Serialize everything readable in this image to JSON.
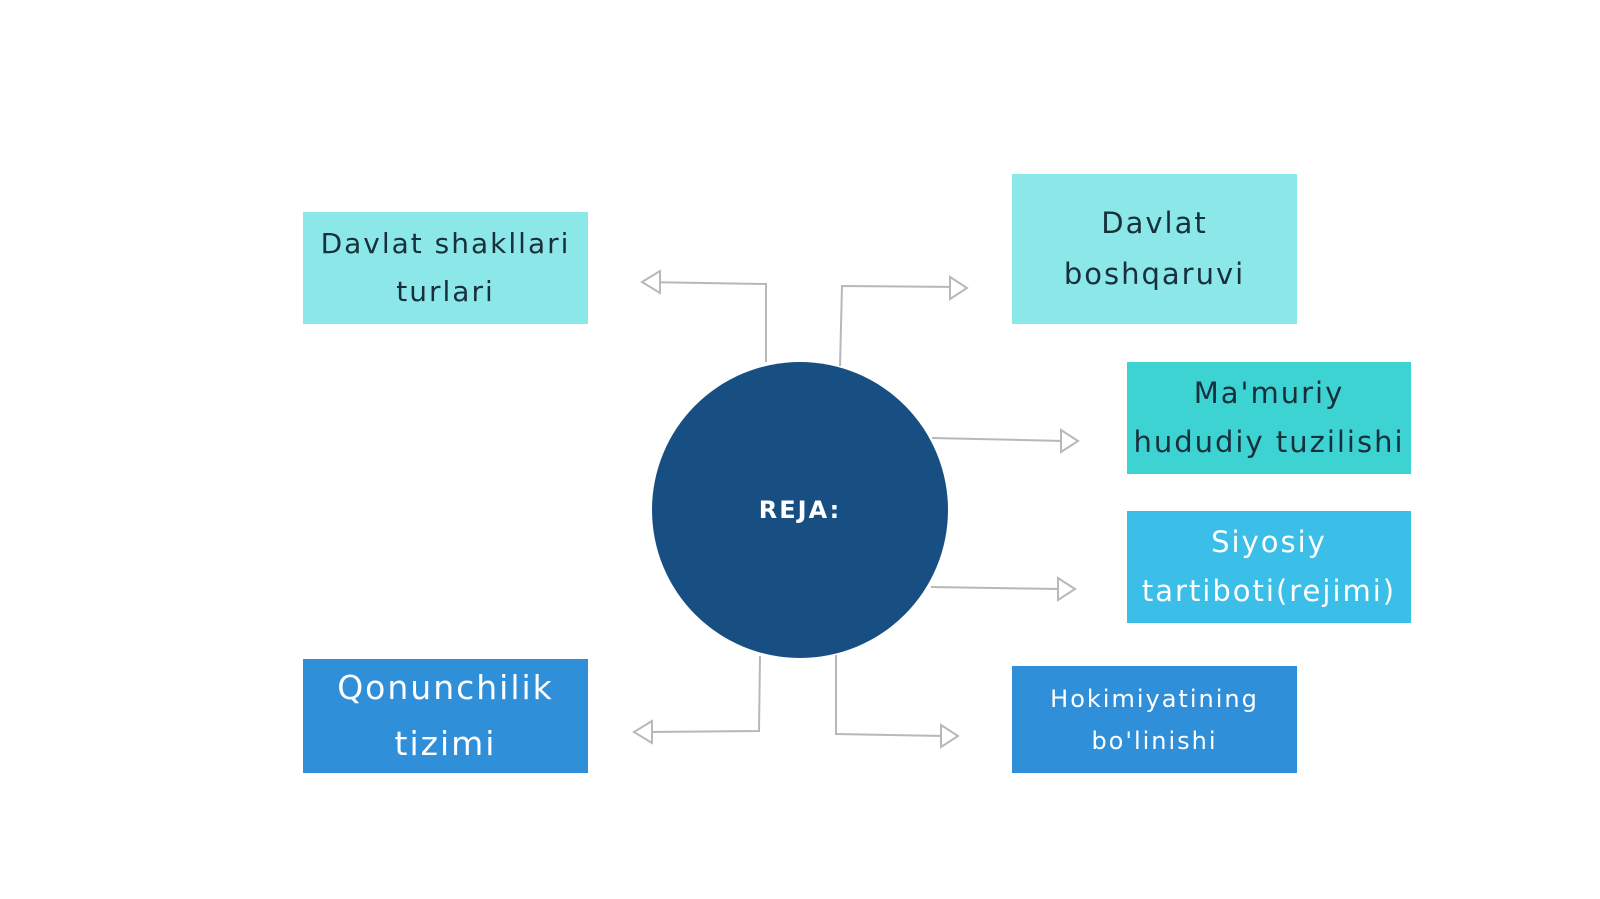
{
  "diagram": {
    "center": {
      "label": "REJA:",
      "color": "#184f82"
    },
    "nodes": [
      {
        "id": "shakllari",
        "text": "Davlat shakllari turlari",
        "color": "#8ce8e8"
      },
      {
        "id": "boshqaruvi",
        "text": "Davlat boshqaruvi",
        "color": "#8ce8e8"
      },
      {
        "id": "mamuriy",
        "text": "Ma'muriy hududiy tuzilishi",
        "color": "#3ed3d3"
      },
      {
        "id": "siyosiy",
        "text": "Siyosiy tartiboti(rejimi)",
        "color": "#3bbfe8"
      },
      {
        "id": "qonunchilik",
        "text": "Qonunchilik tizimi",
        "color": "#2f8fd8"
      },
      {
        "id": "hokimiyat",
        "text": "Hokimiyatining bo'linishi",
        "color": "#2f8fd8"
      }
    ],
    "connector_color": "#b8b8b8"
  }
}
